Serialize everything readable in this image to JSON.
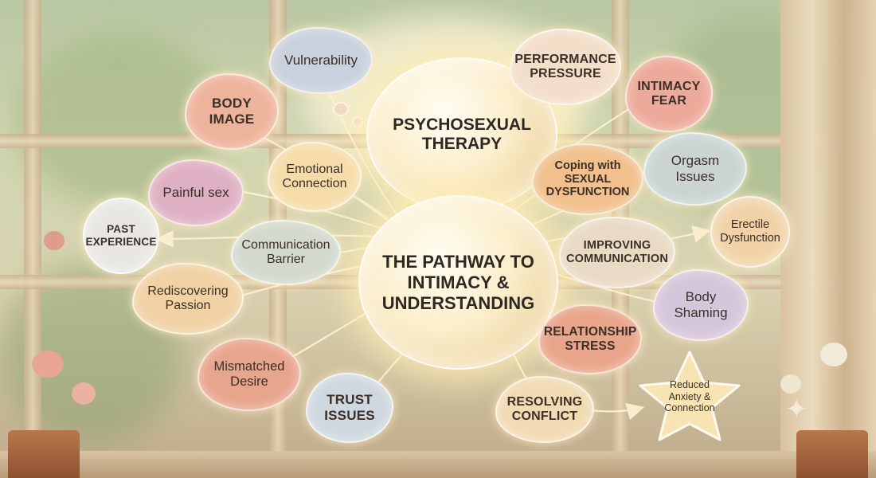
{
  "diagram": {
    "center": "THE PATHWAY TO INTIMACY & UNDERSTANDING",
    "top_orb": "PSYCHOSEXUAL THERAPY",
    "nodes": {
      "vulnerability": "Vulnerability",
      "performance_pressure": "PERFORMANCE PRESSURE",
      "intimacy_fear": "INTIMACY FEAR",
      "body_image": "BODY IMAGE",
      "emotional_connection": "Emotional Connection",
      "coping": "Coping with SEXUAL DYSFUNCTION",
      "orgasm_issues": "Orgasm Issues",
      "painful_sex": "Painful sex",
      "past_experience": "PAST EXPERIENCE",
      "communication_barrier": "Communication Barrier",
      "improving_communication": "IMPROVING COMMUNICATION",
      "erectile_dysfunction": "Erectile Dysfunction",
      "rediscovering_passion": "Rediscovering Passion",
      "body_shaming": "Body Shaming",
      "relationship_stress": "RELATIONSHIP STRESS",
      "mismatched_desire": "Mismatched Desire",
      "trust_issues": "TRUST ISSUES",
      "resolving_conflict": "RESOLVING CONFLICT",
      "reduced_anxiety": "Reduced Anxiety & Connection"
    }
  }
}
